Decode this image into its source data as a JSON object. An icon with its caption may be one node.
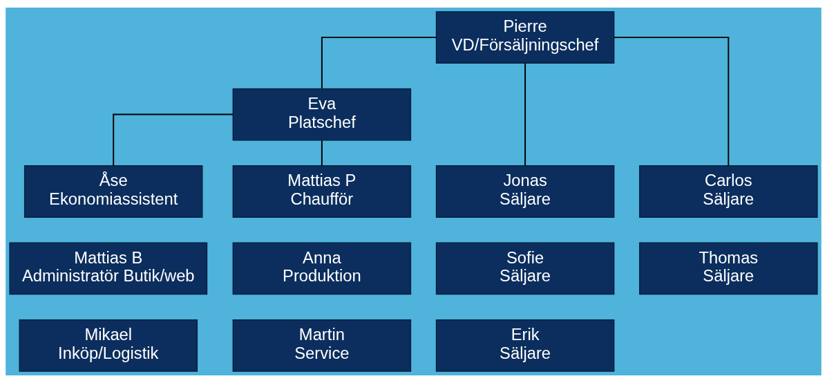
{
  "diagram": {
    "nodes": [
      {
        "text": [
          "Pierre",
          "VD/Försäljningschef"
        ]
      },
      {
        "text": [
          "Eva",
          "Platschef"
        ]
      },
      {
        "text": [
          "Åse",
          "Ekonomiassistent"
        ]
      },
      {
        "text": [
          "Mattias P",
          "Chaufför"
        ]
      },
      {
        "text": [
          "Jonas",
          "Säljare"
        ]
      },
      {
        "text": [
          "Carlos",
          "Säljare"
        ]
      },
      {
        "text": [
          "Mattias B",
          "Administratör Butik/web"
        ]
      },
      {
        "text": [
          "Anna",
          "Produktion"
        ]
      },
      {
        "text": [
          "Sofie",
          "Säljare"
        ]
      },
      {
        "text": [
          "Thomas",
          "Säljare"
        ]
      },
      {
        "text": [
          "Mikael",
          "Inköp/Logistik"
        ]
      },
      {
        "text": [
          "Martin",
          "Service"
        ]
      },
      {
        "text": [
          "Erik",
          "Säljare"
        ]
      }
    ],
    "edges": [
      {
        "from": 0,
        "to": 1,
        "arrow": "none"
      },
      {
        "from": 1,
        "to": 2,
        "arrow": "none"
      },
      {
        "from": 1,
        "to": 3,
        "arrow": "none"
      },
      {
        "from": 0,
        "to": 4,
        "arrow": "none"
      },
      {
        "from": 0,
        "to": 5,
        "arrow": "none"
      }
    ]
  }
}
